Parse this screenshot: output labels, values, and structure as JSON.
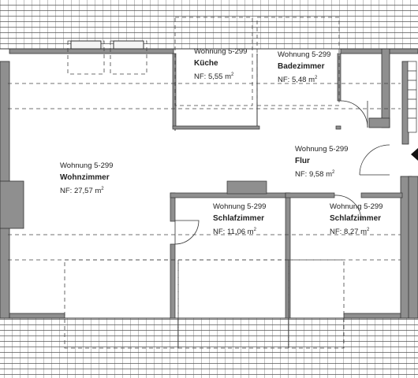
{
  "unit_name": "Wohnung 5-299",
  "area_prefix": "NF:",
  "area_unit": "m",
  "area_unit_exp": "2",
  "rooms": [
    {
      "name": "Küche",
      "area": "5,55"
    },
    {
      "name": "Badezimmer",
      "area": "5,48"
    },
    {
      "name": "Flur",
      "area": "9,58"
    },
    {
      "name": "Wohnzimmer",
      "area": "27,57"
    },
    {
      "name": "Schlafzimmer",
      "area": "11,06"
    },
    {
      "name": "Schlafzimmer",
      "area": "8,27"
    }
  ],
  "colors": {
    "wall": "#8f8f8f",
    "line": "#333333",
    "roof": "#555555",
    "dash": "#444444"
  }
}
